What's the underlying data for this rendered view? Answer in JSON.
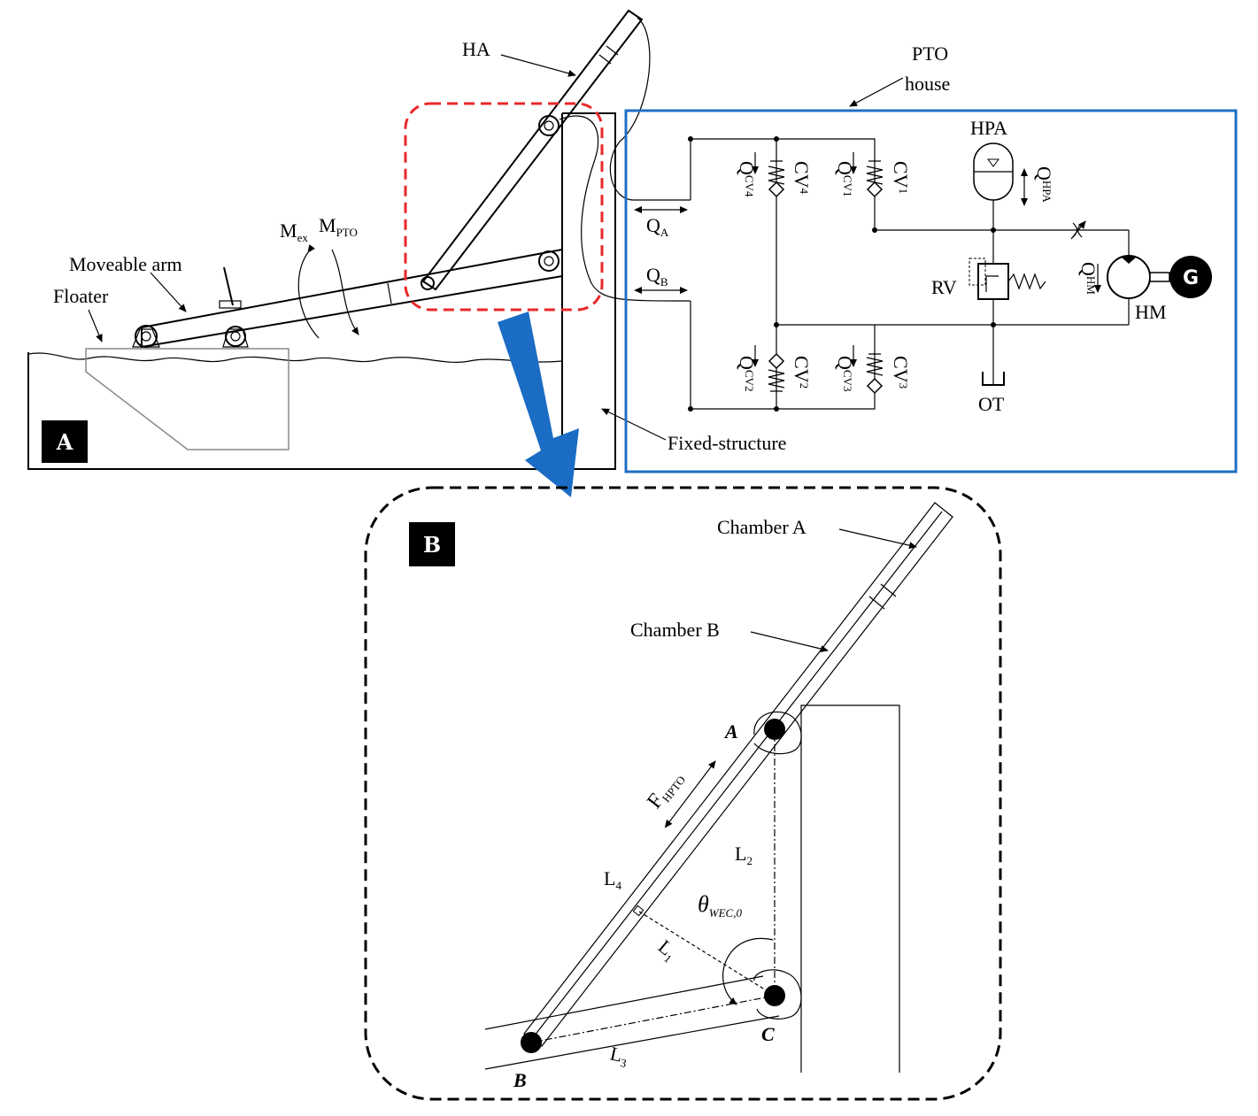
{
  "panel_a": {
    "badge": "A",
    "labels": {
      "ha": "HA",
      "pto_house_line1": "PTO",
      "pto_house_line2": "house",
      "moveable_arm": "Moveable arm",
      "floater": "Floater",
      "m_ex": "M",
      "m_ex_sub": "ex",
      "m_pto": "M",
      "m_pto_sub": "PTO",
      "fixed_structure": "Fixed-structure",
      "q_a": "Q",
      "q_a_sub": "A",
      "q_b": "Q",
      "q_b_sub": "B"
    },
    "hydraulics": {
      "cv1": "CV",
      "cv1_sub": "1",
      "cv2": "CV",
      "cv2_sub": "2",
      "cv3": "CV",
      "cv3_sub": "3",
      "cv4": "CV",
      "cv4_sub": "4",
      "q_cv1": "Q",
      "q_cv1_sub": "CV1",
      "q_cv2": "Q",
      "q_cv2_sub": "CV2",
      "q_cv3": "Q",
      "q_cv3_sub": "CV3",
      "q_cv4": "Q",
      "q_cv4_sub": "CV4",
      "hpa": "HPA",
      "q_hpa": "Q",
      "q_hpa_sub": "HPA",
      "rv": "RV",
      "q_hm": "Q",
      "q_hm_sub": "HM",
      "g": "G",
      "hm": "HM",
      "ot": "OT"
    }
  },
  "panel_b": {
    "badge": "B",
    "labels": {
      "chamber_a": "Chamber A",
      "chamber_b": "Chamber B",
      "point_a": "A",
      "point_b": "B",
      "point_c": "C",
      "f_hpto": "F",
      "f_hpto_sub": "HPTO",
      "l1": "L",
      "l1_sub": "1",
      "l2": "L",
      "l2_sub": "2",
      "l3": "L",
      "l3_sub": "3",
      "l4": "L",
      "l4_sub": "4",
      "theta": "θ",
      "theta_sub": "WEC,0"
    }
  },
  "colors": {
    "pto_box": "#1f6fc5",
    "zoom_box": "#e8282a",
    "zoom_arrow": "#1a6cc4",
    "badge_bg": "#000000",
    "badge_fg": "#ffffff"
  }
}
